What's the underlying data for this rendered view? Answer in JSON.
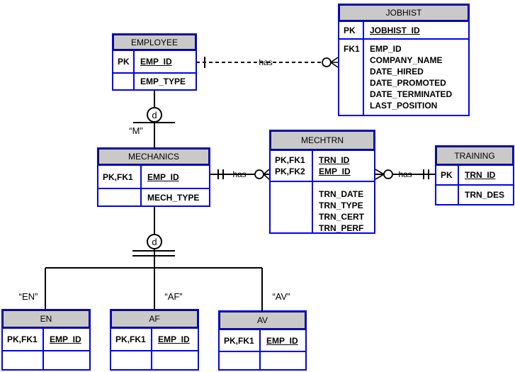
{
  "colors": {
    "entity_border": "#0000f5",
    "header_fill": "#c9c9c9",
    "line": "#000000"
  },
  "entities": {
    "employee": {
      "title": "EMPLOYEE",
      "key_row": {
        "keys": "PK",
        "attr": "EMP_ID"
      },
      "body_row": {
        "keys": "",
        "attr": "EMP_TYPE"
      }
    },
    "jobhist": {
      "title": "JOBHIST",
      "key_row": {
        "keys": "PK",
        "attr": "JOBHIST_ID"
      },
      "body_row": {
        "keys": "FK1",
        "attrs": [
          "EMP_ID",
          "COMPANY_NAME",
          "DATE_HIRED",
          "DATE_PROMOTED",
          "DATE_TERMINATED",
          "LAST_POSITION"
        ]
      }
    },
    "mechanics": {
      "title": "MECHANICS",
      "key_row": {
        "keys": "PK,FK1",
        "attr": "EMP_ID"
      },
      "body_row": {
        "keys": "",
        "attr": "MECH_TYPE"
      }
    },
    "mechtrn": {
      "title": "MECHTRN",
      "key_row": {
        "keys": [
          "PK,FK1",
          "PK,FK2"
        ],
        "attrs": [
          "TRN_ID",
          "EMP_ID"
        ]
      },
      "body_row": {
        "keys": "",
        "attrs": [
          "TRN_DATE",
          "TRN_TYPE",
          "TRN_CERT",
          "TRN_PERF"
        ]
      }
    },
    "training": {
      "title": "TRAINING",
      "key_row": {
        "keys": "PK",
        "attr": "TRN_ID"
      },
      "body_row": {
        "keys": "",
        "attr": "TRN_DES"
      }
    },
    "en": {
      "title": "EN",
      "key_row": {
        "keys": "PK,FK1",
        "attr": "EMP_ID"
      },
      "body_row": {
        "keys": "",
        "attr": ""
      }
    },
    "af": {
      "title": "AF",
      "key_row": {
        "keys": "PK,FK1",
        "attr": "EMP_ID"
      },
      "body_row": {
        "keys": "",
        "attr": ""
      }
    },
    "av": {
      "title": "AV",
      "key_row": {
        "keys": "PK,FK1",
        "attr": "EMP_ID"
      },
      "body_row": {
        "keys": "",
        "attr": ""
      }
    }
  },
  "labels": {
    "discriminator_top": "d",
    "discriminator_bottom": "d",
    "m": "“M”",
    "en": "“EN”",
    "af": "“AF”",
    "av": "“AV”",
    "rel_employee_jobhist": "has",
    "rel_mechanics_mechtrn": "has",
    "rel_mechtrn_training": "has"
  }
}
